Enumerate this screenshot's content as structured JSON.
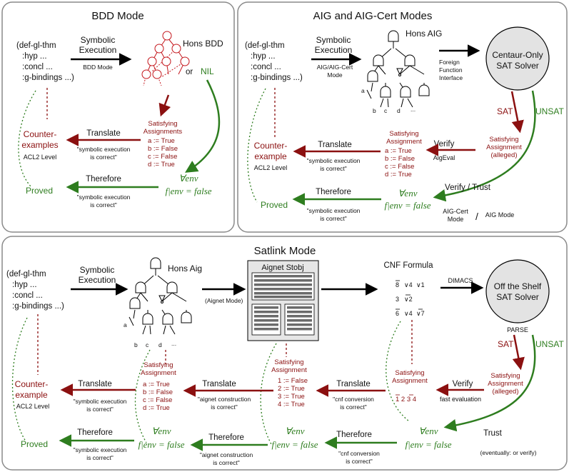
{
  "panels": {
    "bdd": {
      "title": "BDD Mode",
      "thm": [
        "(def-gl-thm",
        ":hyp ...",
        ":concl ...",
        ":g-bindings ...)"
      ],
      "symbolic_execution": [
        "Symbolic",
        "Execution"
      ],
      "mode_label": "BDD Mode",
      "hons_bdd": "Hons BDD",
      "or": "or",
      "nil": "NIL",
      "satisfying": [
        "Satisfying",
        "Assignments"
      ],
      "assignments": [
        "a := True",
        "b := False",
        "c := False",
        "d := True"
      ],
      "translate": "Translate",
      "counter": [
        "Counter-",
        "examples"
      ],
      "acl2": "ACL2 Level",
      "claim": [
        "\"symbolic execution",
        "is correct\""
      ],
      "therefore": "Therefore",
      "proved": "Proved",
      "forall": "∀env",
      "feq": "f|env = false"
    },
    "aig": {
      "title": "AIG and AIG-Cert Modes",
      "thm": [
        "(def-gl-thm",
        ":hyp ...",
        ":concl ...",
        ":g-bindings ...)"
      ],
      "symbolic_execution": [
        "Symbolic",
        "Execution"
      ],
      "mode_label": [
        "AIG/AIG-Cert",
        "Mode"
      ],
      "hons_aig": "Hons AIG",
      "ffi": [
        "Foreign",
        "Function",
        "Interface"
      ],
      "solver": [
        "Centaur-Only",
        "SAT Solver"
      ],
      "sat": "SAT",
      "unsat": "UNSAT",
      "alleged": [
        "Satisfying",
        "Assignment",
        "(alleged)"
      ],
      "verify": "Verify",
      "aigeval": "AigEval",
      "satisfying": [
        "Satisfying",
        "Assignment"
      ],
      "assignments": [
        "a := True",
        "b := False",
        "c := False",
        "d := True"
      ],
      "translate": "Translate",
      "counter": [
        "Counter-",
        "example"
      ],
      "acl2": "ACL2 Level",
      "claim": [
        "\"symbolic execution",
        "is correct\""
      ],
      "therefore": "Therefore",
      "proved": "Proved",
      "forall": "∀env",
      "feq": "f|env = false",
      "verify_trust": "Verify / Trust",
      "cert_mode": [
        "AIG-Cert",
        "Mode"
      ],
      "slash": "/",
      "aig_mode": "AIG Mode",
      "gate_labels": [
        "a",
        "b",
        "c",
        "d",
        "..."
      ]
    },
    "satlink": {
      "title": "Satlink Mode",
      "thm": [
        "(def-gl-thm",
        ":hyp ...",
        ":concl ...",
        ":g-bindings ...)"
      ],
      "symbolic_execution": [
        "Symbolic",
        "Execution"
      ],
      "hons_aig": "Hons Aig",
      "aignet_mode": "(Aignet Mode)",
      "aignet_stobj": "Aignet Stobj",
      "cnf_formula": "CNF Formula",
      "cnf_rows": [
        [
          "8",
          "∨4",
          "∨1"
        ],
        [
          "3",
          "∨2"
        ],
        [
          "6",
          "∨4",
          "∨7"
        ]
      ],
      "dimacs": "DIMACS",
      "solver": [
        "Off the Shelf",
        "SAT Solver"
      ],
      "parse": "PARSE",
      "sat": "SAT",
      "unsat": "UNSAT",
      "alleged": [
        "Satisfying",
        "Assignment",
        "(alleged)"
      ],
      "verify": "Verify",
      "fast_eval": "fast evaluation",
      "cnf_assign_label": [
        "Satisfying",
        "Assignment"
      ],
      "cnf_assign": "1 2 3 4",
      "translate1": "Translate",
      "cnf_claim": [
        "\"cnf conversion",
        "is correct\""
      ],
      "num_label": [
        "Satisfying",
        "Assignment"
      ],
      "num_assign": [
        "1 := False",
        "2 := True",
        "3 := True",
        "4 := True"
      ],
      "translate2": "Translate",
      "aignet_claim": [
        "\"aignet construction",
        "is correct\""
      ],
      "aig_label": [
        "Satisfying",
        "Assignment"
      ],
      "aig_assign": [
        "a := True",
        "b := False",
        "c := False",
        "d := True"
      ],
      "translate3": "Translate",
      "sym_claim": [
        "\"symbolic execution",
        "is correct\""
      ],
      "counter": [
        "Counter-",
        "example"
      ],
      "acl2": "ACL2 Level",
      "proved": "Proved",
      "therefore": "Therefore",
      "forall": "∀env",
      "feq": "f|env = false",
      "trust": "Trust",
      "eventually": "(eventually: or verify)",
      "gate_labels": [
        "a",
        "b",
        "c",
        "d",
        "..."
      ]
    }
  },
  "colors": {
    "red": "#8b1010",
    "green": "#2e7d1f",
    "panel_border": "#8a8a8a",
    "solver_fill": "#e3e3e3"
  }
}
